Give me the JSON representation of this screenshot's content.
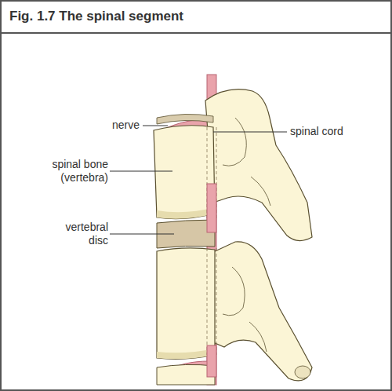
{
  "diagram": {
    "title": "Fig. 1.7 The spinal segment",
    "labels": [
      "nerve",
      "spinal cord",
      "spinal bone (vertebra)",
      "vertebral disc"
    ]
  }
}
